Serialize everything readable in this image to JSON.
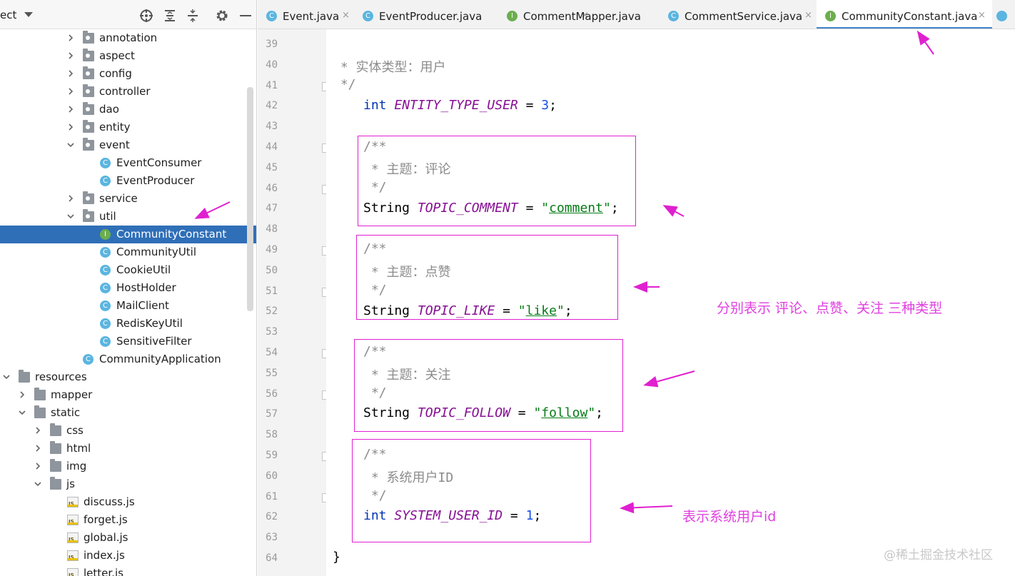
{
  "project": {
    "title": "ect",
    "tree": [
      {
        "label": "annotation",
        "kind": "package",
        "depth": 2,
        "arrow": "right"
      },
      {
        "label": "aspect",
        "kind": "package",
        "depth": 2,
        "arrow": "right"
      },
      {
        "label": "config",
        "kind": "package",
        "depth": 2,
        "arrow": "right"
      },
      {
        "label": "controller",
        "kind": "package",
        "depth": 2,
        "arrow": "right"
      },
      {
        "label": "dao",
        "kind": "package",
        "depth": 2,
        "arrow": "right"
      },
      {
        "label": "entity",
        "kind": "package",
        "depth": 2,
        "arrow": "right"
      },
      {
        "label": "event",
        "kind": "package",
        "depth": 2,
        "arrow": "down"
      },
      {
        "label": "EventConsumer",
        "kind": "class",
        "depth": 3
      },
      {
        "label": "EventProducer",
        "kind": "class",
        "depth": 3
      },
      {
        "label": "service",
        "kind": "package",
        "depth": 2,
        "arrow": "right"
      },
      {
        "label": "util",
        "kind": "package",
        "depth": 2,
        "arrow": "down"
      },
      {
        "label": "CommunityConstant",
        "kind": "interface",
        "depth": 3,
        "selected": true
      },
      {
        "label": "CommunityUtil",
        "kind": "class",
        "depth": 3
      },
      {
        "label": "CookieUtil",
        "kind": "class",
        "depth": 3
      },
      {
        "label": "HostHolder",
        "kind": "class",
        "depth": 3
      },
      {
        "label": "MailClient",
        "kind": "class",
        "depth": 3
      },
      {
        "label": "RedisKeyUtil",
        "kind": "class",
        "depth": 3
      },
      {
        "label": "SensitiveFilter",
        "kind": "class",
        "depth": 3
      },
      {
        "label": "CommunityApplication",
        "kind": "app",
        "depth": 2
      },
      {
        "label": "resources",
        "kind": "res-folder",
        "depth": 0,
        "arrow": "down"
      },
      {
        "label": "mapper",
        "kind": "folder",
        "depth": 1,
        "arrow": "right"
      },
      {
        "label": "static",
        "kind": "folder",
        "depth": 1,
        "arrow": "down"
      },
      {
        "label": "css",
        "kind": "folder",
        "depth": 2,
        "arrow": "right"
      },
      {
        "label": "html",
        "kind": "folder",
        "depth": 2,
        "arrow": "right"
      },
      {
        "label": "img",
        "kind": "folder",
        "depth": 2,
        "arrow": "right"
      },
      {
        "label": "js",
        "kind": "folder",
        "depth": 2,
        "arrow": "down"
      },
      {
        "label": "discuss.js",
        "kind": "js",
        "depth": 3
      },
      {
        "label": "forget.js",
        "kind": "js",
        "depth": 3
      },
      {
        "label": "global.js",
        "kind": "js",
        "depth": 3
      },
      {
        "label": "index.js",
        "kind": "js",
        "depth": 3
      },
      {
        "label": "letter.js",
        "kind": "js",
        "depth": 3
      }
    ]
  },
  "tabs": [
    {
      "label": "Event.java",
      "icon": "C",
      "kind": "class"
    },
    {
      "label": "EventProducer.java",
      "icon": "C",
      "kind": "class"
    },
    {
      "label": "CommentMapper.java",
      "icon": "I",
      "kind": "interface"
    },
    {
      "label": "CommentService.java",
      "icon": "C",
      "kind": "class"
    },
    {
      "label": "CommunityConstant.java",
      "icon": "I",
      "kind": "interface",
      "active": true
    }
  ],
  "tab_close_glyph": "×",
  "line_numbers": [
    "39",
    "40",
    "41",
    "42",
    "43",
    "44",
    "45",
    "46",
    "47",
    "48",
    "49",
    "50",
    "51",
    "52",
    "53",
    "54",
    "55",
    "56",
    "57",
    "58",
    "59",
    "60",
    "61",
    "62",
    "63",
    "64"
  ],
  "code": {
    "l40": " * 实体类型：用户",
    "l41": " */",
    "l42": {
      "kw": "int",
      "name": "ENTITY_TYPE_USER",
      "eq": " = ",
      "val": "3",
      "end": ";"
    },
    "l44": "/**",
    "l45": " * 主题：评论",
    "l46": " */",
    "l47": {
      "type": "String",
      "name": "TOPIC_COMMENT",
      "eq": " = ",
      "q1": "\"",
      "val": "comment",
      "q2": "\"",
      "end": ";"
    },
    "l49": "/**",
    "l50": " * 主题：点赞",
    "l51": " */",
    "l52": {
      "type": "String",
      "name": "TOPIC_LIKE",
      "eq": " = ",
      "q1": "\"",
      "val": "like",
      "q2": "\"",
      "end": ";"
    },
    "l54": "/**",
    "l55": " * 主题：关注",
    "l56": " */",
    "l57": {
      "type": "String",
      "name": "TOPIC_FOLLOW",
      "eq": " = ",
      "q1": "\"",
      "val": "follow",
      "q2": "\"",
      "end": ";"
    },
    "l59": "/**",
    "l60": " * 系统用户ID",
    "l61": " */",
    "l62": {
      "kw": "int",
      "name": "SYSTEM_USER_ID",
      "eq": " = ",
      "val": "1",
      "end": ";"
    },
    "l64": "}"
  },
  "annotations": {
    "three_types": "分别表示 评论、点赞、关注 三种类型",
    "system_user": "表示系统用户id"
  },
  "watermark": "@稀土掘金技术社区",
  "colors": {
    "annotation": "#e020d0",
    "selection": "#2f6fb8",
    "keyword": "#0033b3",
    "constant": "#871094",
    "string": "#067d17",
    "number": "#1750eb",
    "comment": "#8c8c8c"
  }
}
